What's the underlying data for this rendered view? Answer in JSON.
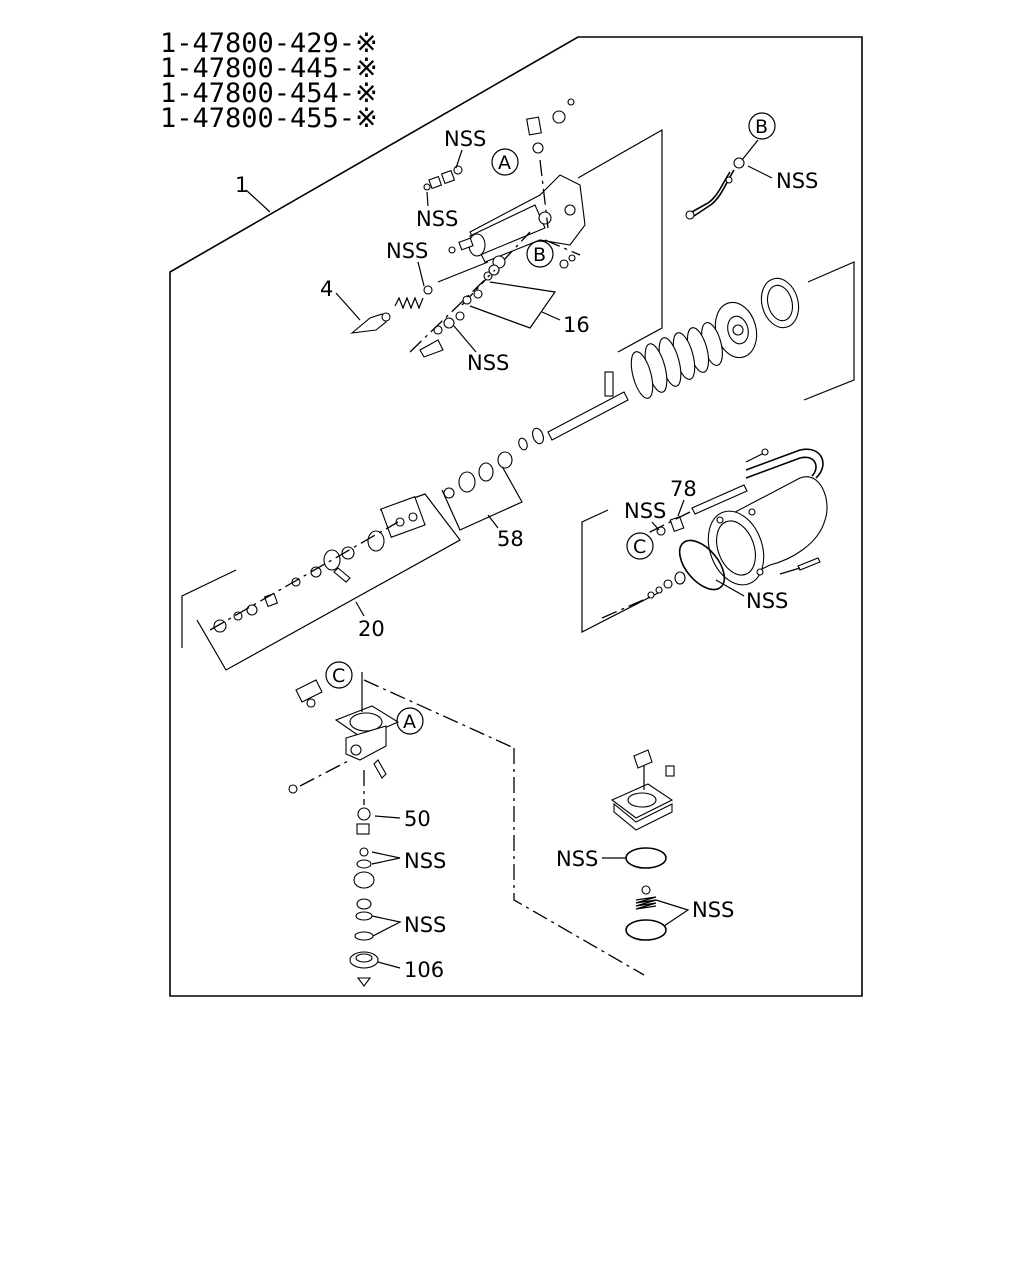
{
  "part_numbers": [
    "1-47800-429-※",
    "1-47800-445-※",
    "1-47800-454-※",
    "1-47800-455-※"
  ],
  "callouts": {
    "c1": "1",
    "c4": "4",
    "c16": "16",
    "c20": "20",
    "c50": "50",
    "c58": "58",
    "c78": "78",
    "c106": "106"
  },
  "nss": "NSS",
  "ref_markers": {
    "a": "A",
    "b": "B",
    "c": "C"
  }
}
